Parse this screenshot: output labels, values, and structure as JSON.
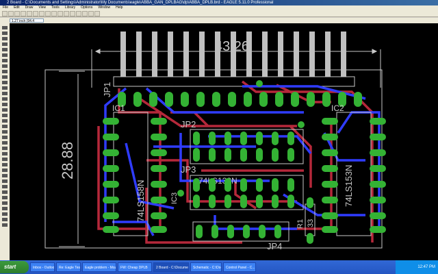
{
  "window": {
    "title": "2 Board - C:\\Documents and Settings\\Administrator\\My Documents\\eagle\\ABBA_GAN_DPLBAG\\dp\\ABBA_DPLB.brd - EAGLE 5.11.0 Professional"
  },
  "menu": [
    "File",
    "Edit",
    "Draw",
    "View",
    "Tools",
    "Library",
    "Options",
    "Window",
    "Help"
  ],
  "coordinate_readout": "1.27 inch (94.4 19.05)",
  "board": {
    "labels": {
      "dim_width": "43.26",
      "dim_height": "28.88",
      "jp1": "JP1",
      "jp2": "JP2",
      "jp3": "JP3",
      "jp4": "JP4",
      "ic1": "IC1",
      "ic2": "IC2",
      "ic3": "IC3",
      "r1": "R1",
      "r1_value": "33",
      "ic1_part": "74LS158N",
      "ic2_part": "74LS153N",
      "ic3_part": "74LS138N"
    },
    "colors": {
      "background": "#000000",
      "bottom_trace": "#2f3cff",
      "top_trace": "#b5283a",
      "pad": "#34b234",
      "silkscreen": "#c8c8c8"
    }
  },
  "taskbar": {
    "start": "start",
    "tasks": [
      "Inbox - Outlook",
      "Re: Eagle Tests",
      "Eagle problem - Mozilla",
      "FW: Cheap DPLB",
      "2 Board - C:\\Docume...",
      "Schematic - C:\\Doc...",
      "Control Panel - C..."
    ],
    "clock": "12:47 PM"
  }
}
